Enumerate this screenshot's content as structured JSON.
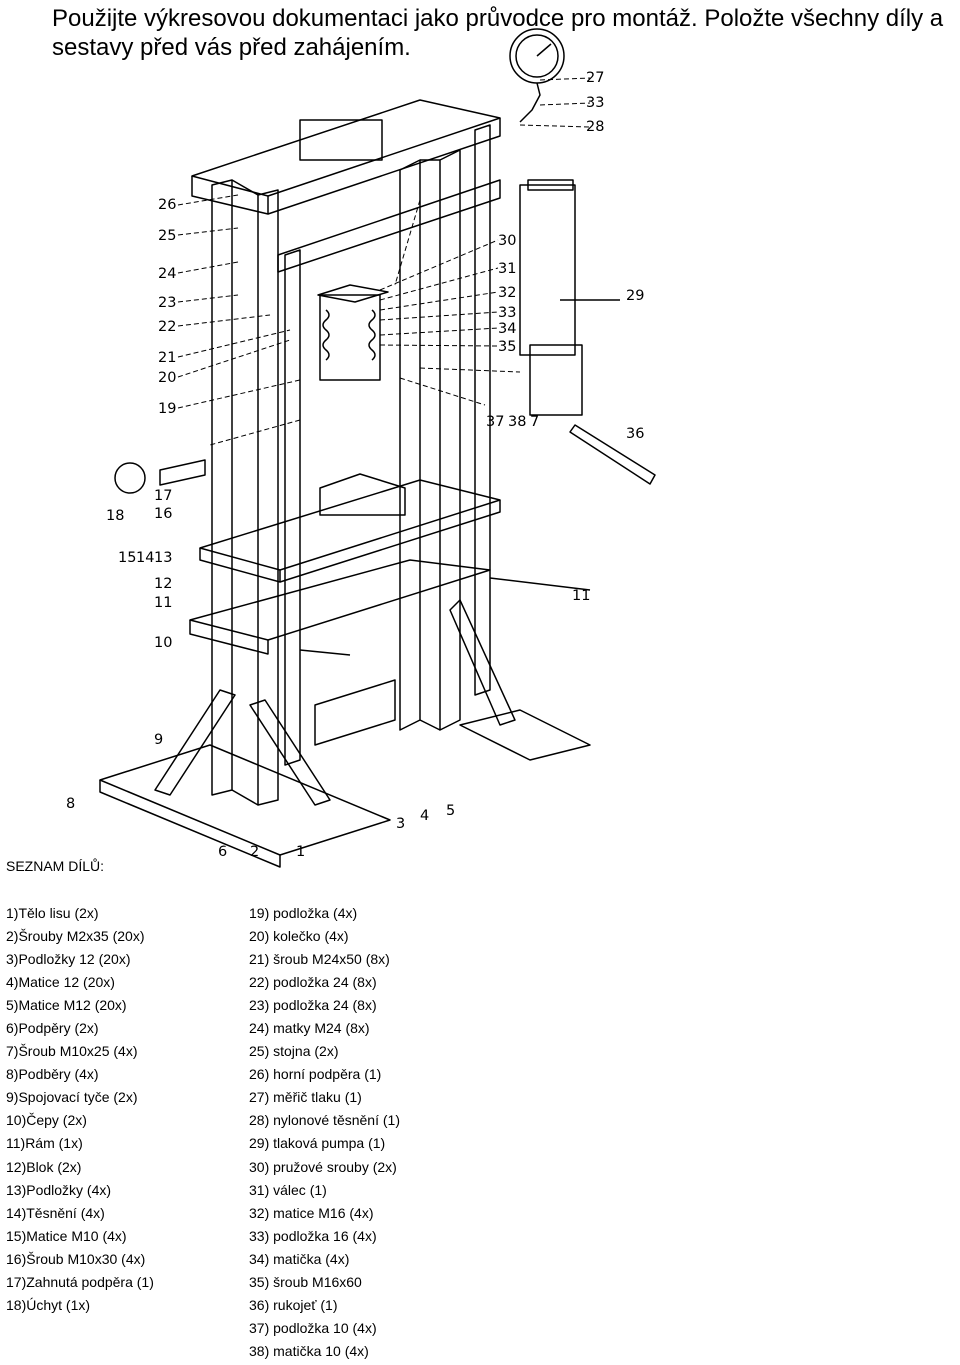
{
  "title": "Použijte výkresovou dokumentaci jako průvodce pro montáž. Položte všechny díly a sestavy před vás před zahájením.",
  "drawing": {
    "callouts": [
      "27",
      "33",
      "28",
      "26",
      "25",
      "24",
      "23",
      "22",
      "21",
      "20",
      "19",
      "30",
      "31",
      "32",
      "33",
      "34",
      "35",
      "29",
      "37",
      "38",
      "7",
      "36",
      "18",
      "17",
      "16",
      "15",
      "14",
      "13",
      "12",
      "11",
      "10",
      "9",
      "8",
      "6",
      "2",
      "1",
      "3",
      "4",
      "5",
      "11"
    ]
  },
  "parts_list": {
    "heading": "SEZNAM DÍLŮ:",
    "left": [
      "1)Tělo lisu (2x)",
      "2)Šrouby M2x35 (20x)",
      "3)Podložky 12 (20x)",
      "4)Matice 12 (20x)",
      "5)Matice M12 (20x)",
      "6)Podpěry (2x)",
      "7)Šroub M10x25 (4x)",
      "8)Podběry (4x)",
      "9)Spojovací tyče (2x)",
      "10)Čepy (2x)",
      "11)Rám (1x)",
      "12)Blok (2x)",
      "13)Podložky (4x)",
      "14)Těsnění (4x)",
      "15)Matice M10 (4x)",
      "16)Šroub M10x30 (4x)",
      "17)Zahnutá podpěra (1)",
      "18)Úchyt (1x)"
    ],
    "right": [
      "19) podložka (4x)",
      "20) kolečko (4x)",
      "21) šroub M24x50 (8x)",
      "22) podložka 24 (8x)",
      "23) podložka 24 (8x)",
      "24) matky M24 (8x)",
      "25) stojna (2x)",
      "26) horní podpěra (1)",
      "27) měřič tlaku (1)",
      "28) nylonové těsnění  (1)",
      "29) tlaková pumpa (1)",
      "30) pružové srouby (2x)",
      "31) válec (1)",
      "32) matice M16 (4x)",
      "33) podložka 16 (4x)",
      "34) matička (4x)",
      "35) šroub M16x60",
      "36) rukojeť (1)",
      "37) podložka 10 (4x)",
      "38) matička 10 (4x)"
    ]
  }
}
